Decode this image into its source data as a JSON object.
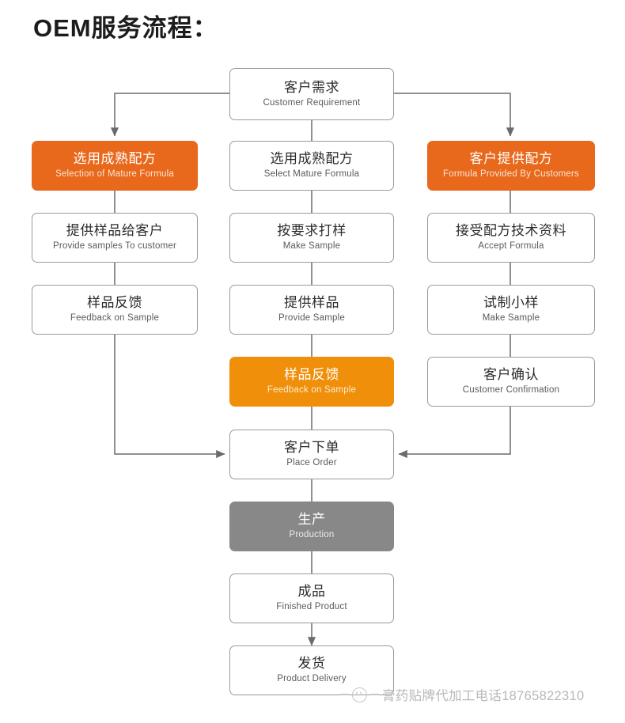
{
  "page": {
    "title": "OEM服务流程：",
    "background": "#ffffff"
  },
  "colors": {
    "orange": "#e8681c",
    "amber": "#ef8f0a",
    "grey": "#888888",
    "box_border": "#9a9a9a",
    "wire": "#6b6b6b",
    "watermark": "#b9b9b9"
  },
  "chart_data": {
    "type": "diagram",
    "diagram_kind": "flowchart",
    "title": "OEM服务流程：",
    "columns": [
      "left",
      "center",
      "right"
    ],
    "nodes": [
      {
        "id": "n1",
        "cn": "客户需求",
        "en": "Customer Requirement",
        "style": "plain",
        "column": "center",
        "row": 0
      },
      {
        "id": "n2",
        "cn": "选用成熟配方",
        "en": "Selection of Mature Formula",
        "style": "orange",
        "column": "left",
        "row": 1
      },
      {
        "id": "n3",
        "cn": "选用成熟配方",
        "en": "Select Mature Formula",
        "style": "plain",
        "column": "center",
        "row": 1
      },
      {
        "id": "n4",
        "cn": "客户提供配方",
        "en": "Formula  Provided By Customers",
        "style": "orange",
        "column": "right",
        "row": 1
      },
      {
        "id": "n5",
        "cn": "提供样品给客户",
        "en": "Provide samples To customer",
        "style": "plain",
        "column": "left",
        "row": 2
      },
      {
        "id": "n6",
        "cn": "按要求打样",
        "en": "Make Sample",
        "style": "plain",
        "column": "center",
        "row": 2
      },
      {
        "id": "n7",
        "cn": "接受配方技术资料",
        "en": "Accept Formula",
        "style": "plain",
        "column": "right",
        "row": 2
      },
      {
        "id": "n8",
        "cn": "样品反馈",
        "en": "Feedback on Sample",
        "style": "plain",
        "column": "left",
        "row": 3
      },
      {
        "id": "n9",
        "cn": "提供样品",
        "en": "Provide Sample",
        "style": "plain",
        "column": "center",
        "row": 3
      },
      {
        "id": "n10",
        "cn": "试制小样",
        "en": "Make Sample",
        "style": "plain",
        "column": "right",
        "row": 3
      },
      {
        "id": "n11",
        "cn": "样品反馈",
        "en": "Feedback on Sample",
        "style": "amber",
        "column": "center",
        "row": 4
      },
      {
        "id": "n12",
        "cn": "客户确认",
        "en": "Customer Confirmation",
        "style": "plain",
        "column": "right",
        "row": 4
      },
      {
        "id": "n13",
        "cn": "客户下单",
        "en": "Place Order",
        "style": "plain",
        "column": "center",
        "row": 5
      },
      {
        "id": "n14",
        "cn": "生产",
        "en": "Production",
        "style": "grey",
        "column": "center",
        "row": 6
      },
      {
        "id": "n15",
        "cn": "成品",
        "en": "Finished Product",
        "style": "plain",
        "column": "center",
        "row": 7
      },
      {
        "id": "n16",
        "cn": "发货",
        "en": "Product Delivery",
        "style": "plain",
        "column": "center",
        "row": 8
      }
    ],
    "edges": [
      {
        "from": "n1",
        "to": "n2",
        "arrow": true
      },
      {
        "from": "n1",
        "to": "n3",
        "arrow": false
      },
      {
        "from": "n1",
        "to": "n4",
        "arrow": true
      },
      {
        "from": "n2",
        "to": "n5",
        "arrow": false
      },
      {
        "from": "n5",
        "to": "n8",
        "arrow": false
      },
      {
        "from": "n8",
        "to": "n13",
        "arrow": true
      },
      {
        "from": "n3",
        "to": "n6",
        "arrow": false
      },
      {
        "from": "n6",
        "to": "n9",
        "arrow": false
      },
      {
        "from": "n9",
        "to": "n11",
        "arrow": false
      },
      {
        "from": "n11",
        "to": "n13",
        "arrow": false
      },
      {
        "from": "n4",
        "to": "n7",
        "arrow": false
      },
      {
        "from": "n7",
        "to": "n10",
        "arrow": false
      },
      {
        "from": "n10",
        "to": "n12",
        "arrow": false
      },
      {
        "from": "n12",
        "to": "n13",
        "arrow": true
      },
      {
        "from": "n13",
        "to": "n14",
        "arrow": false
      },
      {
        "from": "n14",
        "to": "n15",
        "arrow": false
      },
      {
        "from": "n15",
        "to": "n16",
        "arrow": true
      }
    ]
  },
  "watermark": {
    "text": "膏药贴牌代加工电话18765822310",
    "icon": "wechat-circle-icon"
  }
}
